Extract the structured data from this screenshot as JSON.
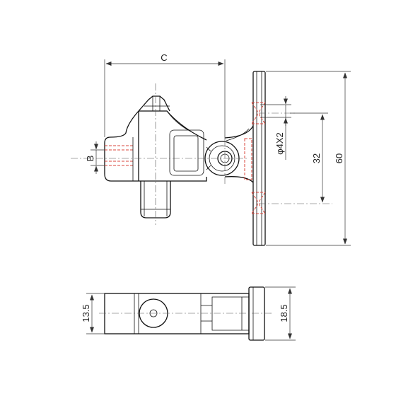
{
  "drawing": {
    "dimensions": {
      "c": "C",
      "b": "B",
      "hole": "φ4X2",
      "hole_pitch": "32",
      "plate_height": "60",
      "body_width": "13.5",
      "plate_width": "18.5"
    }
  },
  "colors": {
    "line": "#111111",
    "hidden_countersink": "#d9463b",
    "background": "#ffffff"
  }
}
